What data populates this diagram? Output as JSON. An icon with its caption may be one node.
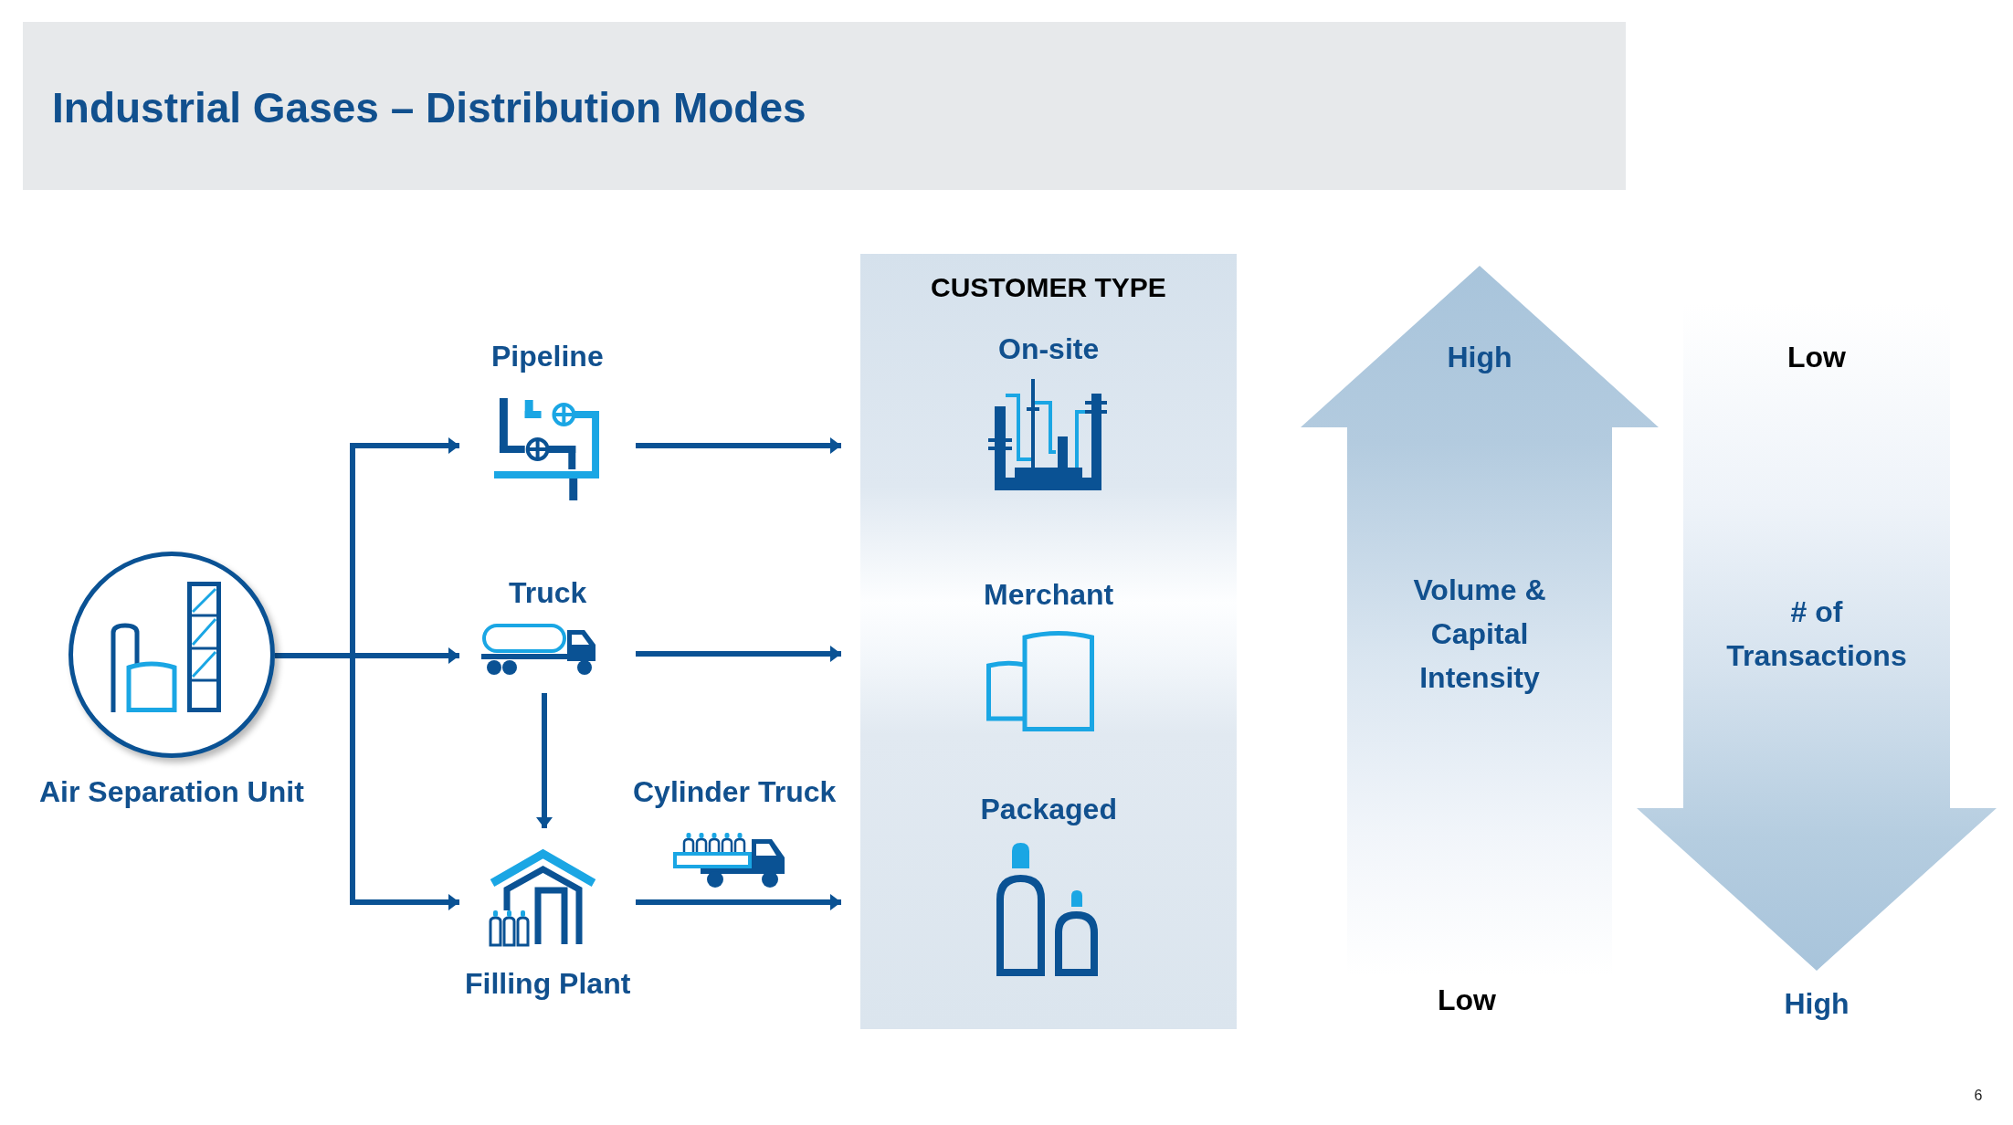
{
  "diagram": {
    "title": "Industrial Gases – Distribution Modes",
    "nodes": [
      {
        "text": [
          "Air Separation Unit"
        ]
      },
      {
        "text": [
          "Pipeline"
        ]
      },
      {
        "text": [
          "Truck"
        ]
      },
      {
        "text": [
          "Filling Plant"
        ]
      },
      {
        "text": [
          "CUSTOMER TYPE"
        ]
      },
      {
        "text": [
          "On-site"
        ],
        "in": 4
      },
      {
        "text": [
          "Merchant"
        ],
        "in": 4
      },
      {
        "text": [
          "Packaged"
        ],
        "in": 4
      },
      {
        "text": [
          "High",
          "Volume & Capital Intensity",
          "Low"
        ]
      },
      {
        "text": [
          "Low",
          "# of Transactions",
          "High"
        ]
      }
    ],
    "edges": [
      {
        "from": 0,
        "to": 1,
        "arrow": "to"
      },
      {
        "from": 0,
        "to": 2,
        "arrow": "to"
      },
      {
        "from": 0,
        "to": 3,
        "arrow": "to"
      },
      {
        "from": 1,
        "to": 5,
        "arrow": "to"
      },
      {
        "from": 2,
        "to": 6,
        "arrow": "to"
      },
      {
        "from": 2,
        "to": 3,
        "arrow": "to"
      },
      {
        "from": 3,
        "to": 7,
        "label": "Cylinder Truck",
        "arrow": "to"
      }
    ],
    "labels": [
      "6"
    ]
  }
}
